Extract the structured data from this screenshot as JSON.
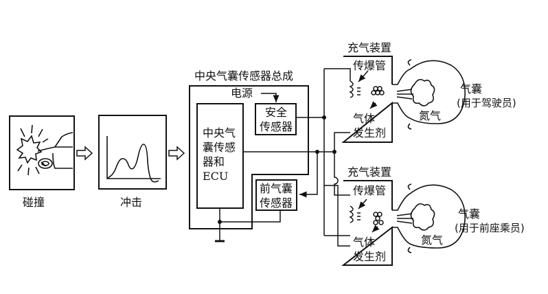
{
  "diagram": {
    "title": "Airbag system block diagram",
    "stages": {
      "collision": {
        "label": "碰撞"
      },
      "impact": {
        "label": "冲击"
      }
    },
    "sensor_assembly": {
      "label": "中央气囊传感器总成",
      "power": "电源",
      "ecu": {
        "lines": [
          "中央气",
          "囊传感",
          "器和",
          "ECU"
        ]
      },
      "safety_sensor": {
        "lines": [
          "安全",
          "传感器"
        ]
      },
      "front_sensor": {
        "lines": [
          "前气囊",
          "传感器"
        ]
      }
    },
    "inflators": [
      {
        "label": "充气装置",
        "detonator": "传爆管",
        "gas_generator": [
          "气体",
          "发生剂"
        ],
        "gas": "氮气",
        "airbag": {
          "title": "气囊",
          "subtitle": "(用于驾驶员)"
        }
      },
      {
        "label": "充气装置",
        "detonator": "传爆管",
        "gas_generator": [
          "气体",
          "发生剂"
        ],
        "gas": "氮气",
        "airbag": {
          "title": "气囊",
          "subtitle": "(用于前座乘员)"
        }
      }
    ]
  }
}
